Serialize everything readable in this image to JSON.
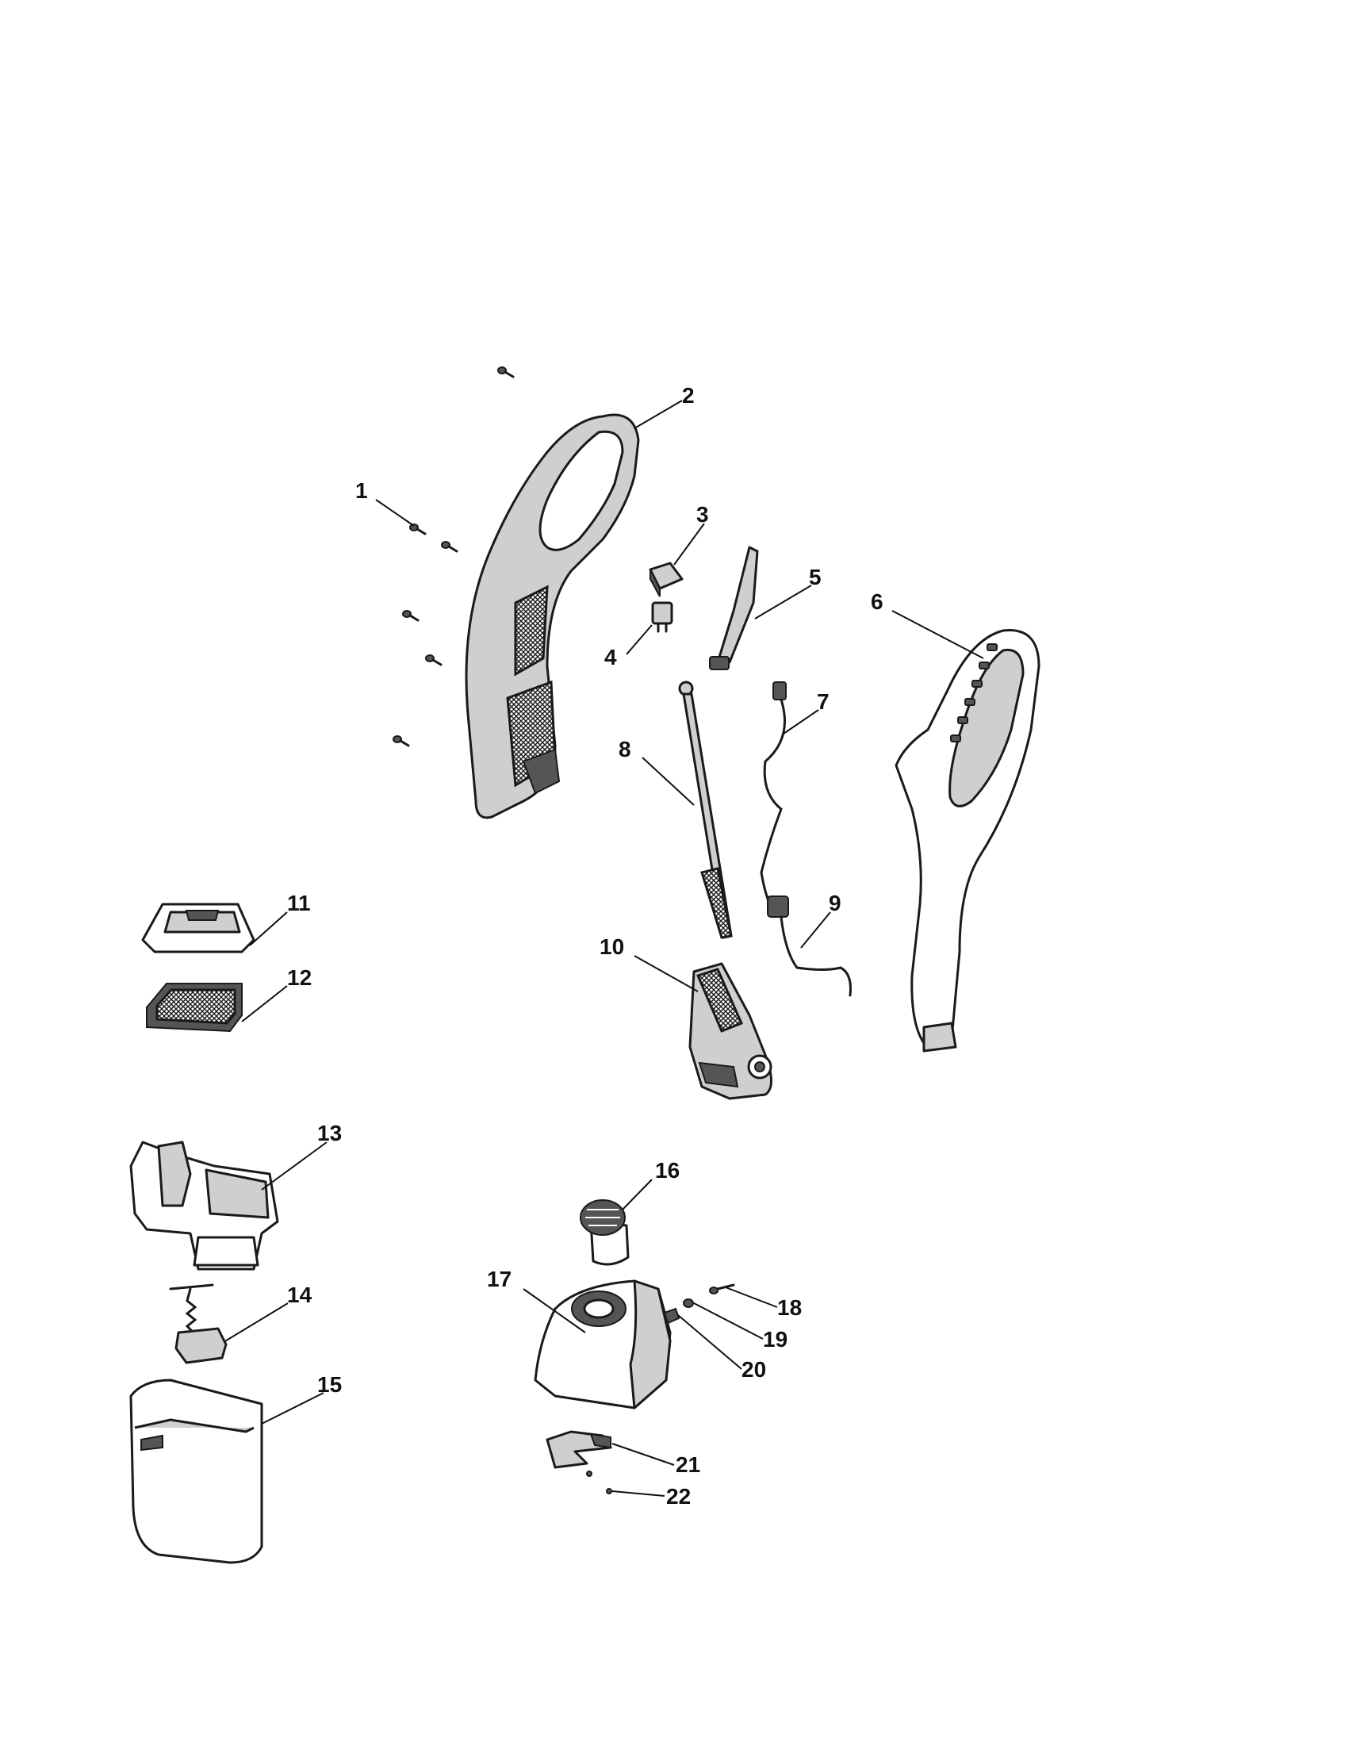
{
  "callouts": [
    {
      "id": 1,
      "label": "1"
    },
    {
      "id": 2,
      "label": "2"
    },
    {
      "id": 3,
      "label": "3"
    },
    {
      "id": 4,
      "label": "4"
    },
    {
      "id": 5,
      "label": "5"
    },
    {
      "id": 6,
      "label": "6"
    },
    {
      "id": 7,
      "label": "7"
    },
    {
      "id": 8,
      "label": "8"
    },
    {
      "id": 9,
      "label": "9"
    },
    {
      "id": 10,
      "label": "10"
    },
    {
      "id": 11,
      "label": "11"
    },
    {
      "id": 12,
      "label": "12"
    },
    {
      "id": 13,
      "label": "13"
    },
    {
      "id": 14,
      "label": "14"
    },
    {
      "id": 15,
      "label": "15"
    },
    {
      "id": 16,
      "label": "16"
    },
    {
      "id": 17,
      "label": "17"
    },
    {
      "id": 18,
      "label": "18"
    },
    {
      "id": 19,
      "label": "19"
    },
    {
      "id": 20,
      "label": "20"
    },
    {
      "id": 21,
      "label": "21"
    },
    {
      "id": 22,
      "label": "22"
    }
  ]
}
